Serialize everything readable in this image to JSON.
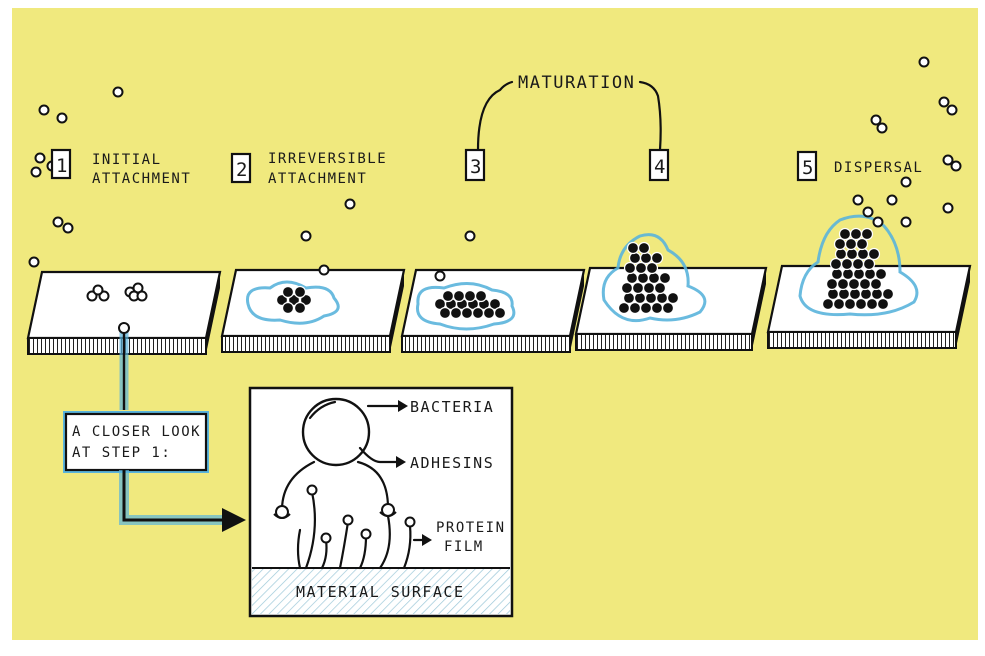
{
  "title_maturation": "MATURATION",
  "steps": [
    {
      "number": "1",
      "line1": "INITIAL",
      "line2": "ATTACHMENT"
    },
    {
      "number": "2",
      "line1": "IRREVERSIBLE",
      "line2": "ATTACHMENT"
    },
    {
      "number": "3",
      "line1": "",
      "line2": ""
    },
    {
      "number": "4",
      "line1": "",
      "line2": ""
    },
    {
      "number": "5",
      "line1": "DISPERSAL",
      "line2": ""
    }
  ],
  "closer_look": {
    "line1": "A CLOSER LOOK",
    "line2": "AT STEP 1:"
  },
  "detail": {
    "bacteria": "BACTERIA",
    "adhesins": "ADHESINS",
    "protein_line1": "PROTEIN",
    "protein_line2": "FILM",
    "surface": "MATERIAL SURFACE"
  },
  "colors": {
    "background": "#f0e97e",
    "film": "#5ab4dc",
    "ink": "#111111",
    "slab": "#ffffff"
  }
}
